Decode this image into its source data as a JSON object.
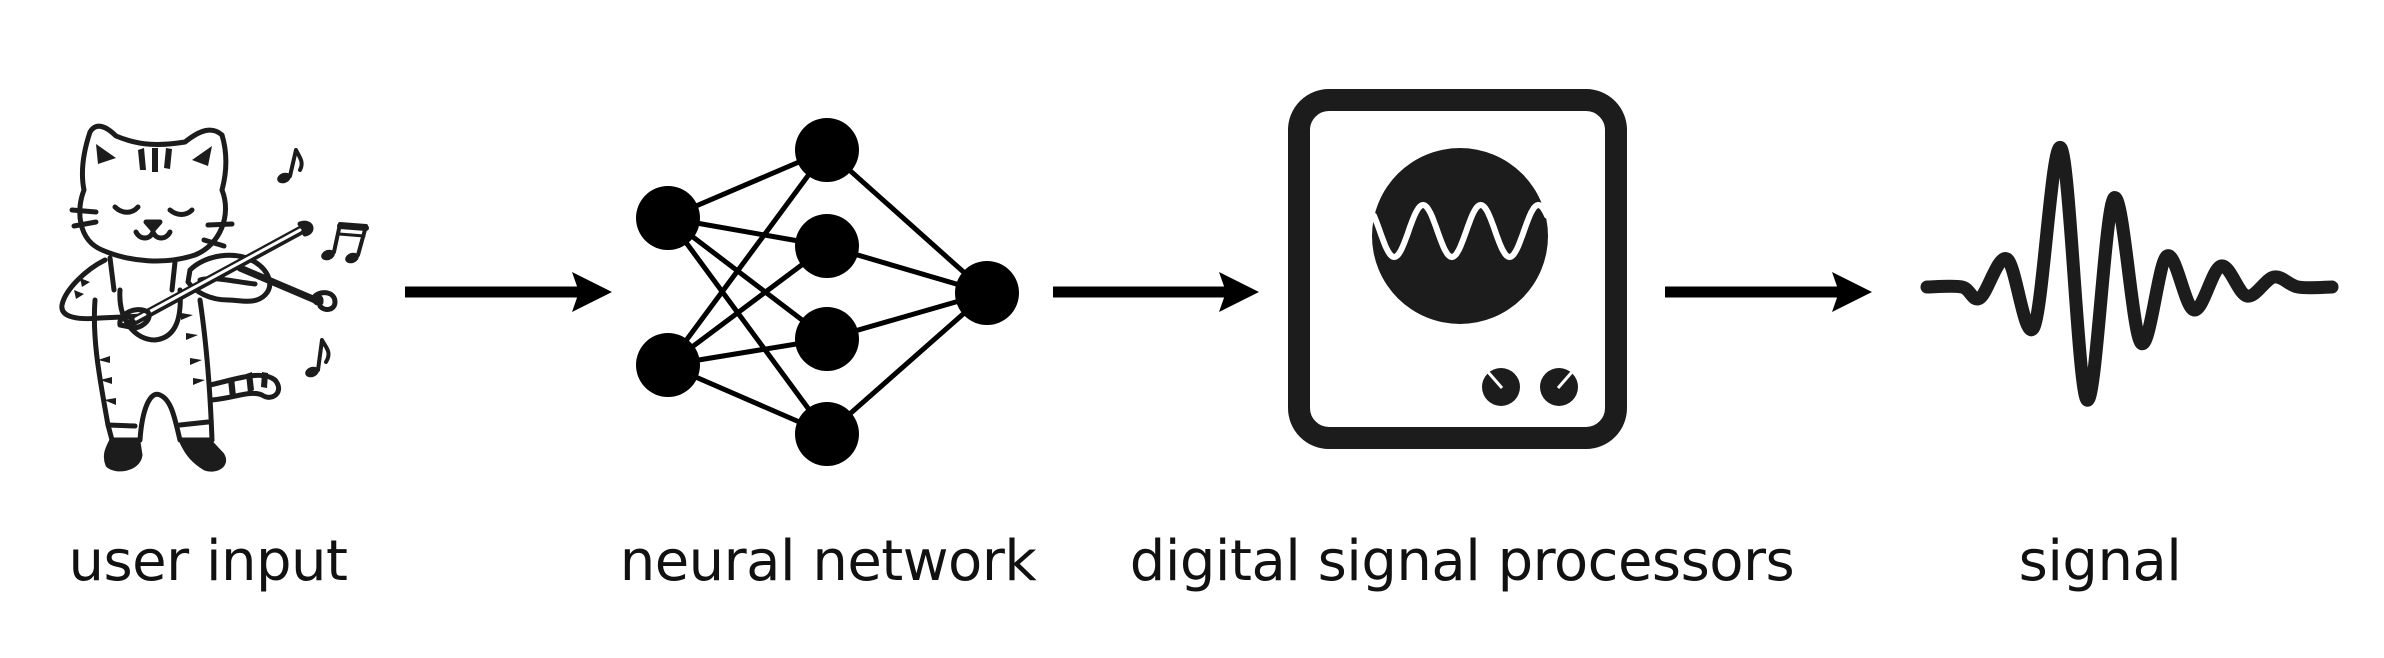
{
  "diagram": {
    "type": "pipeline",
    "direction": "left-to-right",
    "colors": {
      "background": "#ffffff",
      "ink": "#1c1c1c",
      "arrow": "#000000"
    },
    "stages": [
      {
        "id": "user-input",
        "label": "user input",
        "icon": "cat-playing-violin-icon"
      },
      {
        "id": "neural-network",
        "label": "neural network",
        "icon": "neural-network-icon",
        "layers": [
          2,
          4,
          1
        ]
      },
      {
        "id": "dsp",
        "label": "digital signal processors",
        "icon": "synthesizer-module-icon",
        "knobs": 2
      },
      {
        "id": "signal",
        "label": "signal",
        "icon": "waveform-icon"
      }
    ],
    "edges": [
      {
        "from": "user-input",
        "to": "neural-network"
      },
      {
        "from": "neural-network",
        "to": "dsp"
      },
      {
        "from": "dsp",
        "to": "signal"
      }
    ]
  }
}
